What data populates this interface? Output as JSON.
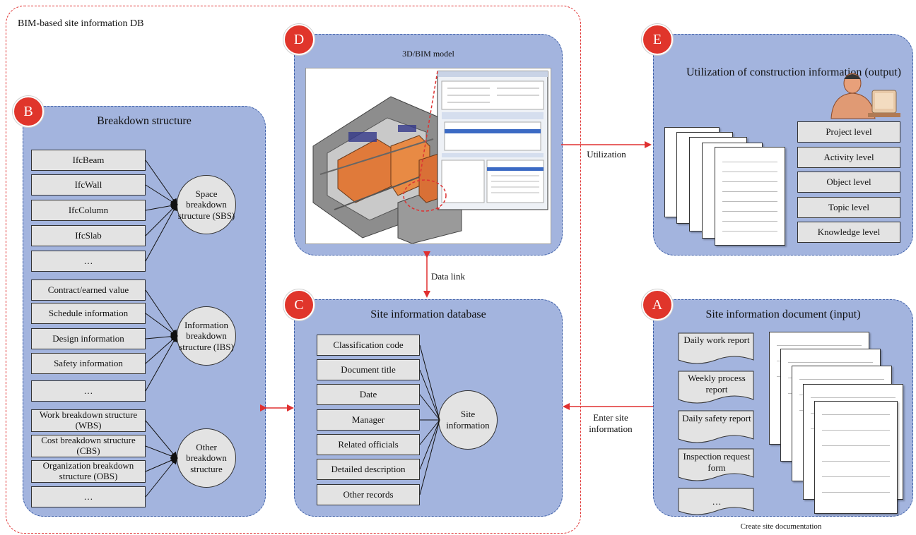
{
  "outer_title": "BIM-based site information DB",
  "colors": {
    "panel_fill": "#a3b4de",
    "panel_border": "#3d5fa8",
    "badge": "#e0352b",
    "box_fill": "#e3e3e3",
    "arrow": "#e03030"
  },
  "badges": {
    "a": "A",
    "b": "B",
    "c": "C",
    "d": "D",
    "e": "E"
  },
  "panel_b": {
    "title": "Breakdown structure",
    "sbs_items": [
      "IfcBeam",
      "IfcWall",
      "IfcColumn",
      "IfcSlab",
      "…"
    ],
    "sbs_circle": "Space breakdown structure (SBS)",
    "ibs_items": [
      "Contract/earned value",
      "Schedule information",
      "Design information",
      "Safety information",
      "…"
    ],
    "ibs_circle": "Information breakdown structure (IBS)",
    "other_items": [
      "Work breakdown structure (WBS)",
      "Cost breakdown structure (CBS)",
      "Organization breakdown structure (OBS)",
      "…"
    ],
    "other_circle": "Other breakdown structure"
  },
  "panel_c": {
    "title": "Site information database",
    "items": [
      "Classification code",
      "Document title",
      "Date",
      "Manager",
      "Related officials",
      "Detailed description",
      "Other records"
    ],
    "circle": "Site information"
  },
  "panel_d": {
    "title": "3D/BIM model"
  },
  "panel_e": {
    "title": "Utilization of construction information (output)",
    "levels": [
      "Project level",
      "Activity level",
      "Object level",
      "Topic level",
      "Knowledge level"
    ]
  },
  "panel_a": {
    "title": "Site information document (input)",
    "docs": [
      "Daily work report",
      "Weekly process report",
      "Daily safety report",
      "Inspection request form",
      "…"
    ]
  },
  "labels": {
    "data_link": "Data link",
    "utilization": "Utilization",
    "enter_site_information": "Enter site information",
    "create_site_documentation": "Create site documentation"
  }
}
